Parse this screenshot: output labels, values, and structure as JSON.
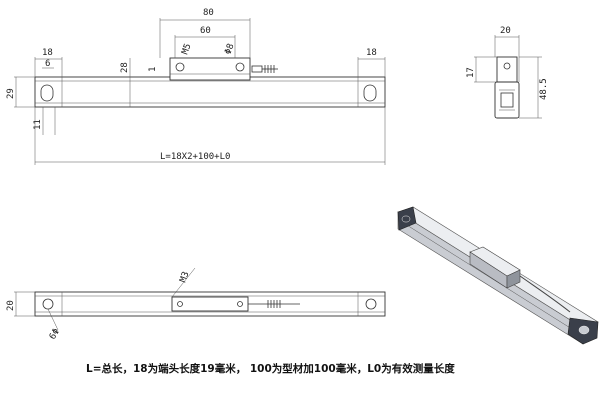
{
  "front_view": {
    "dim_80": "80",
    "dim_60": "60",
    "dim_m5": "M5",
    "dim_phi8": "Φ8",
    "dim_18_left": "18",
    "dim_6": "6",
    "dim_28": "28",
    "dim_1": "1",
    "dim_18_right": "18",
    "dim_29": "29",
    "dim_11": "11",
    "dim_total": "L=18X2+100+L0"
  },
  "side_view": {
    "dim_20": "20",
    "dim_17": "17",
    "dim_48_5": "48.5"
  },
  "top_view": {
    "dim_m3": "M3",
    "dim_20": "20",
    "dim_phi6": "6Φ"
  },
  "note": "L=总长，18为端头长度19毫米， 100为型材加100毫米，L0为有效测量长度",
  "colors": {
    "line": "#333333",
    "iso_dark": "#3a3f4a",
    "iso_mid": "#c9ccd2",
    "iso_light": "#eceef1"
  }
}
